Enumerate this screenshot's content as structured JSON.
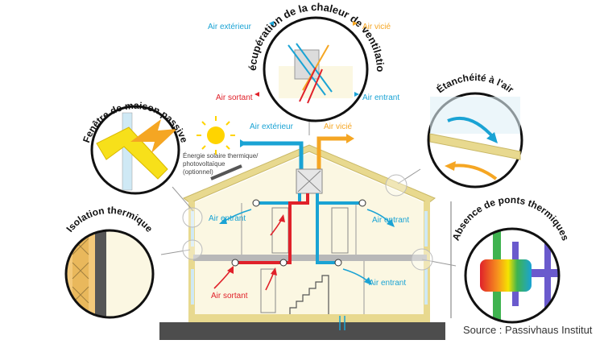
{
  "colors": {
    "outdoor_air": "#1aa3d4",
    "exhaust_air": "#f5a623",
    "extract_air": "#e0212a",
    "supply_air": "#1aa3d4",
    "house_fill": "#fbf7e2",
    "house_frame": "#e8d98f"
  },
  "house": {
    "label_outdoor_air": "Air extérieur",
    "label_exhaust_air": "Air vicié",
    "label_supply_air_upper_left": "Air entrant",
    "label_supply_air_upper_right": "Air entrant",
    "label_supply_air_lower_right": "Air entrant",
    "label_extract_air": "Air sortant",
    "solar_note_line1": "Énergie solaire thermique/",
    "solar_note_line2": "photovoltaïque",
    "solar_note_line3": "(optionnel)"
  },
  "callouts": {
    "heat_recovery": {
      "title": "Récupération de la chaleur de ventilation",
      "air_exterieur": "Air extérieur",
      "air_vicie": "Air vicié",
      "air_sortant": "Air sortant",
      "air_entrant": "Air entrant"
    },
    "window": {
      "title": "Fenêtre de maison passive"
    },
    "airtightness": {
      "title": "Étanchéité à l'air"
    },
    "insulation": {
      "title": "Isolation thermique"
    },
    "thermal_bridges": {
      "title": "Absence de ponts thermiques"
    }
  },
  "source": "Source :  Passivhaus Institut",
  "icons": [
    "sun-icon",
    "heat-exchanger-icon",
    "staircase-icon",
    "door-icon"
  ]
}
